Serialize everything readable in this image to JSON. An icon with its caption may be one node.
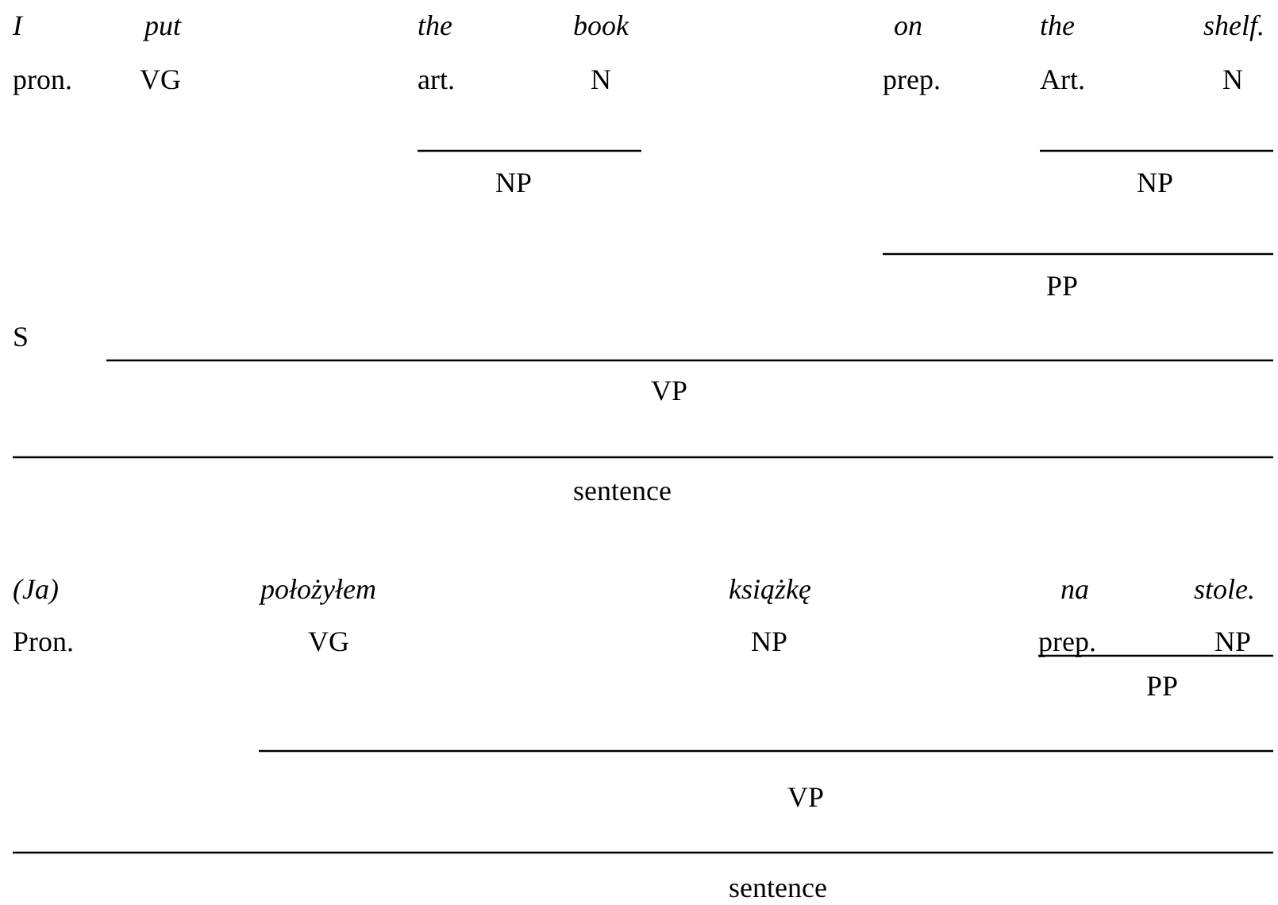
{
  "diagram": {
    "labels": [
      "I",
      "put",
      "the",
      "book",
      "on",
      "the",
      "shelf.",
      "pron.",
      "VG",
      "art.",
      "N",
      "prep.",
      "Art.",
      "N",
      "NP",
      "NP",
      "PP",
      "S",
      "VP",
      "sentence",
      "(Ja)",
      "położyłem",
      "książkę",
      "na",
      "stole.",
      "Pron.",
      "VG",
      "NP",
      "prep.",
      "NP",
      "PP",
      "VP",
      "sentence"
    ]
  }
}
